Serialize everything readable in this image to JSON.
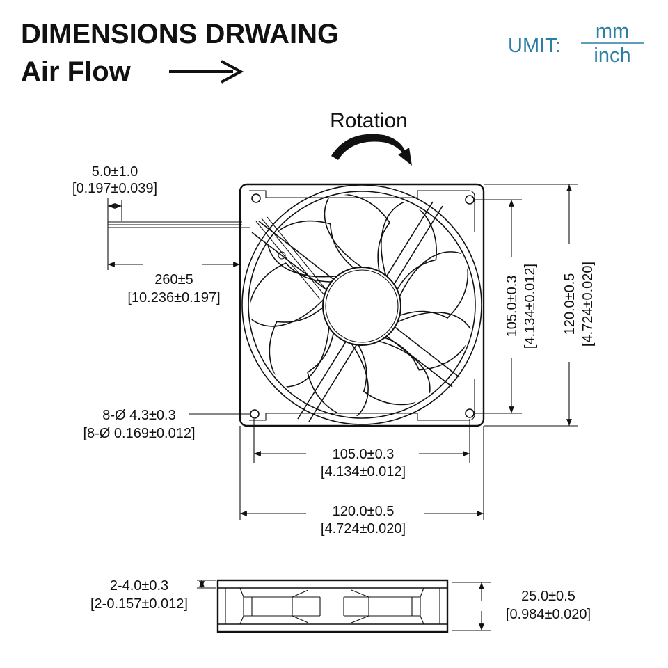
{
  "header": {
    "title": "DIMENSIONS DRWAING",
    "airflow_label": "Air Flow",
    "unit_label": "UMIT:",
    "unit_numerator": "mm",
    "unit_denominator": "inch",
    "unit_color": "#2b7ea6"
  },
  "rotation_label": "Rotation",
  "dimensions": {
    "lead_strip_mm": "5.0±1.0",
    "lead_strip_in": "[0.197±0.039]",
    "lead_length_mm": "260±5",
    "lead_length_in": "[10.236±0.197]",
    "hole_mm": "8-Ø 4.3±0.3",
    "hole_in": "[8-Ø 0.169±0.012]",
    "hole_spacing_h_mm": "105.0±0.3",
    "hole_spacing_h_in": "[4.134±0.012]",
    "width_mm": "120.0±0.5",
    "width_in": "[4.724±0.020]",
    "hole_spacing_v_mm": "105.0±0.3",
    "hole_spacing_v_in": "[4.134±0.012]",
    "height_mm": "120.0±0.5",
    "height_in": "[4.724±0.020]",
    "flange_mm": "2-4.0±0.3",
    "flange_in": "[2-0.157±0.012]",
    "depth_mm": "25.0±0.5",
    "depth_in": "[0.984±0.020]"
  }
}
